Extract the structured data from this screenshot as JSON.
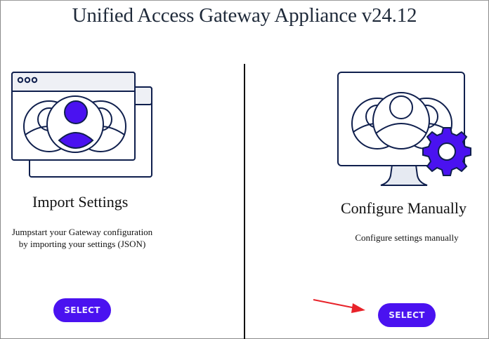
{
  "header": {
    "title": "Unified Access Gateway Appliance v24.12"
  },
  "options": [
    {
      "id": "import",
      "heading": "Import Settings",
      "description_lines": [
        "Jumpstart your Gateway configuration",
        "by importing your settings (JSON)"
      ],
      "button_label": "SELECT",
      "illustration": "browser-window-users-icon"
    },
    {
      "id": "manual",
      "heading": "Configure Manually",
      "description_lines": [
        "Configure settings manually"
      ],
      "button_label": "SELECT",
      "illustration": "monitor-users-gear-icon"
    }
  ],
  "annotation": {
    "arrow": "red-arrow-pointing-to-configure-manually-select"
  },
  "colors": {
    "accent": "#4a12f0",
    "outline": "#0f1f4d",
    "annotation": "#e8232a"
  }
}
